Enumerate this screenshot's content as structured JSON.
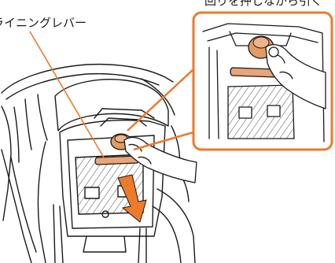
{
  "diagram": {
    "labels": {
      "lever_label": "ライニングレバー",
      "callout_label": "回りを押しながら引く"
    },
    "colors": {
      "accent_orange": "#ee7a2a",
      "lever_fill": "#e8a57a",
      "knob_fill": "#e49a63",
      "line": "#1a1a1a",
      "hatch": "#4a4a4a"
    },
    "elements": {
      "car_seat": "car-seat-illustration",
      "recline_lever": "recline-lever",
      "adjust_knob": "adjust-knob",
      "hand": "hand",
      "pull_arrow": "pull-down-arrow",
      "zoom_inset": "zoom-inset"
    }
  }
}
